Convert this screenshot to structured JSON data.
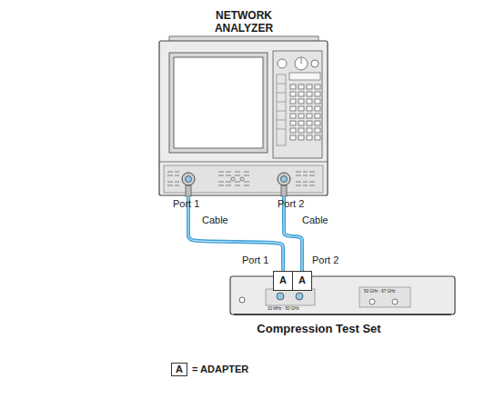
{
  "diagram": {
    "nodes": [
      {
        "text": [
          "NETWORK ANALYZER"
        ]
      },
      {
        "text": [
          "Compression Test Set"
        ]
      },
      {
        "text": [
          "A"
        ],
        "in": 1
      },
      {
        "text": [
          "A"
        ],
        "in": 1
      }
    ],
    "edges": [
      {
        "from": 0,
        "to": 2,
        "arrow": "none",
        "label": "Cable"
      },
      {
        "from": 0,
        "to": 3,
        "arrow": "none",
        "label": "Cable"
      }
    ],
    "labels": [
      "Port 1",
      "Port 2",
      "Port 1",
      "Port 2",
      "10 MHz - 50 GHz",
      "50 GHz - 67 GHz",
      "A"
    ],
    "legend": [
      {
        "text": "= ADAPTER"
      }
    ]
  }
}
